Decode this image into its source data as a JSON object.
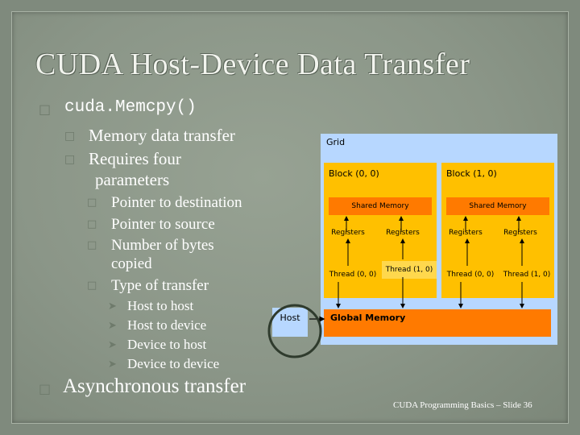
{
  "title": "CUDA Host-Device Data Transfer",
  "bullets": {
    "l1_a": "cuda.Memcpy()",
    "l2_a": "Memory data transfer",
    "l2_b_1": "Requires four",
    "l2_b_2": "parameters",
    "l3_a": "Pointer to destination",
    "l3_b": "Pointer to source",
    "l3_c_1": "Number of bytes",
    "l3_c_2": "copied",
    "l3_d": "Type of transfer",
    "l4_a": "Host to host",
    "l4_b": "Host to device",
    "l4_c": "Device to host",
    "l4_d": "Device to device",
    "l1_b": "Asynchronous transfer"
  },
  "diagram": {
    "grid": "Grid",
    "block0": "Block (0, 0)",
    "block1": "Block (1, 0)",
    "shared_memory": "Shared Memory",
    "registers": "Registers",
    "thread00": "Thread (0, 0)",
    "thread10": "Thread (1, 0)",
    "global_memory": "Global Memory",
    "host": "Host"
  },
  "footer": "CUDA Programming Basics – Slide 36",
  "colors": {
    "grid_bg": "#b7d7ff",
    "block": "#ffc000",
    "memory": "#ff7a00",
    "circle": "#2f3b2d"
  }
}
